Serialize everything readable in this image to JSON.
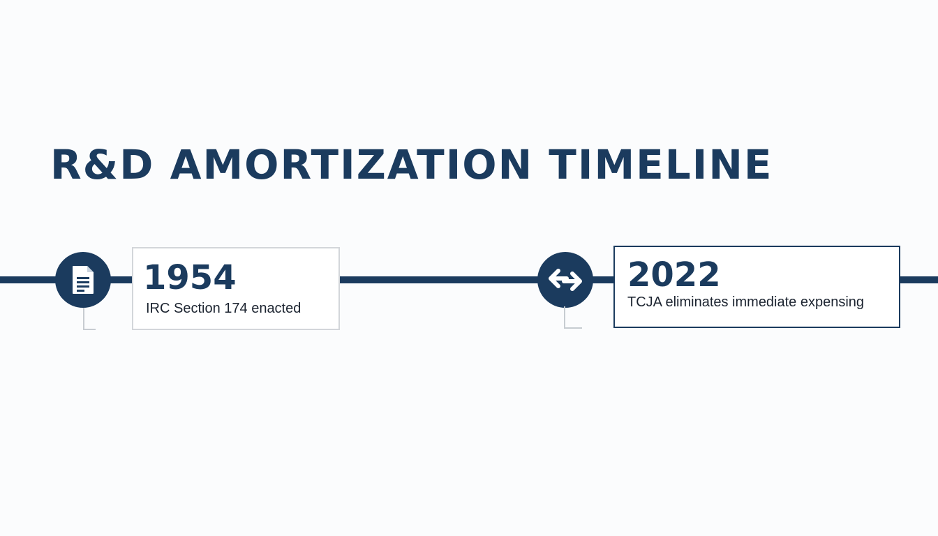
{
  "title": "R&D AMORTIZATION TIMELINE",
  "colors": {
    "primary": "#1b3b5e",
    "background": "#fbfcfd",
    "card_border_muted": "#d3d6da"
  },
  "events": [
    {
      "year": "1954",
      "description": "IRC Section 174 enacted",
      "icon": "document-icon"
    },
    {
      "year": "2022",
      "description": "TCJA eliminates immediate expensing",
      "icon": "bidirectional-arrows-icon"
    }
  ]
}
